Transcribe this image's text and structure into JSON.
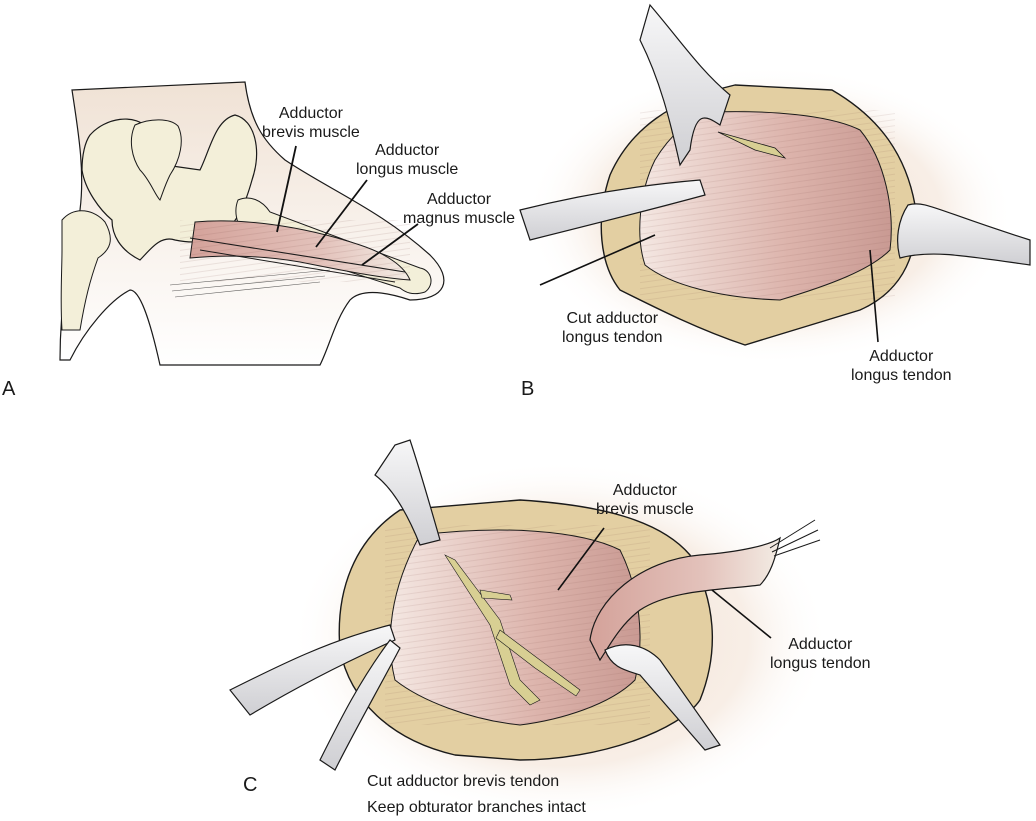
{
  "figure": {
    "panels": [
      {
        "letter": "A",
        "description_labels": [
          {
            "line1": "Adductor",
            "line2": "brevis muscle"
          },
          {
            "line1": "Adductor",
            "line2": "longus muscle"
          },
          {
            "line1": "Adductor",
            "line2": "magnus muscle"
          }
        ]
      },
      {
        "letter": "B",
        "description_labels": [
          {
            "line1": "Cut adductor",
            "line2": "longus tendon"
          },
          {
            "line1": "Adductor",
            "line2": "longus tendon"
          }
        ]
      },
      {
        "letter": "C",
        "description_labels": [
          {
            "line1": "Adductor",
            "line2": "brevis muscle"
          },
          {
            "line1": "Adductor",
            "line2": "longus tendon"
          }
        ],
        "caption": [
          "Cut adductor brevis tendon",
          "Keep obturator branches intact"
        ]
      }
    ]
  },
  "colors": {
    "skin": "#efe1d3",
    "bone": "#f3efd9",
    "muscle": "#c99a93",
    "muscle_light": "#ecd6cf",
    "fat": "#e3cfa2",
    "nerve": "#d8cf93",
    "instrument": "#e4e4e6",
    "outline": "#1a1a1a"
  }
}
